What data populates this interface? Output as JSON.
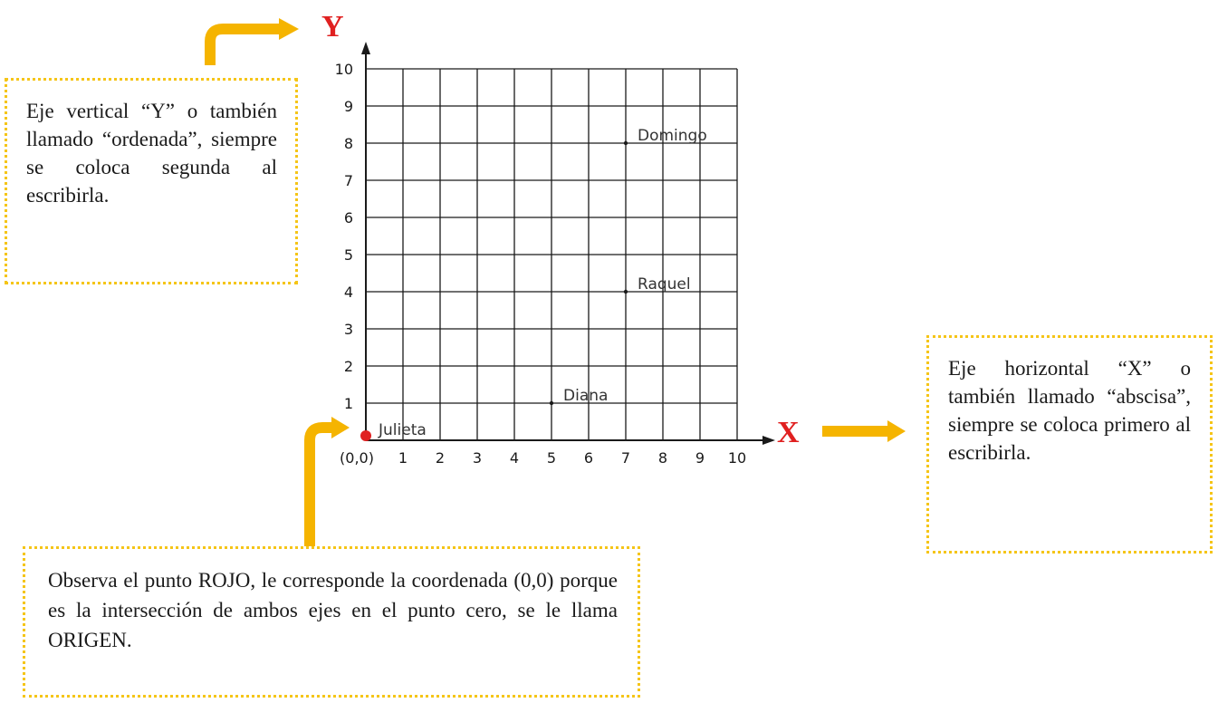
{
  "colors": {
    "accent_arrow": "#f5b400",
    "axis_letter": "#e02020",
    "origin_point": "#e02020",
    "note_border": "#f5c518",
    "grid": "#1a1a1a"
  },
  "axes": {
    "y_letter": "Y",
    "x_letter": "X",
    "x_ticks": [
      "(0,0)",
      "1",
      "2",
      "3",
      "4",
      "5",
      "6",
      "7",
      "8",
      "9",
      "10"
    ],
    "y_ticks": [
      "1",
      "2",
      "3",
      "4",
      "5",
      "6",
      "7",
      "8",
      "9",
      "10"
    ],
    "range": [
      0,
      10
    ]
  },
  "points": [
    {
      "name": "Julieta",
      "x": 0,
      "y": 0,
      "highlight": true
    },
    {
      "name": "Diana",
      "x": 5,
      "y": 1,
      "highlight": false
    },
    {
      "name": "Raquel",
      "x": 7,
      "y": 4,
      "highlight": false
    },
    {
      "name": "Domingo",
      "x": 7,
      "y": 8,
      "highlight": false
    }
  ],
  "notes": {
    "y_axis": "Eje vertical “Y” o también llamado “ordenada”, siempre se coloca segunda al escribirla.",
    "x_axis": "Eje horizontal “X” o también llamado “abscisa”, siempre se coloca primero al escribirla.",
    "origin": "Observa el punto ROJO, le corresponde la coordenada (0,0) porque es la intersección de ambos ejes en el punto cero, se le llama ORIGEN."
  }
}
